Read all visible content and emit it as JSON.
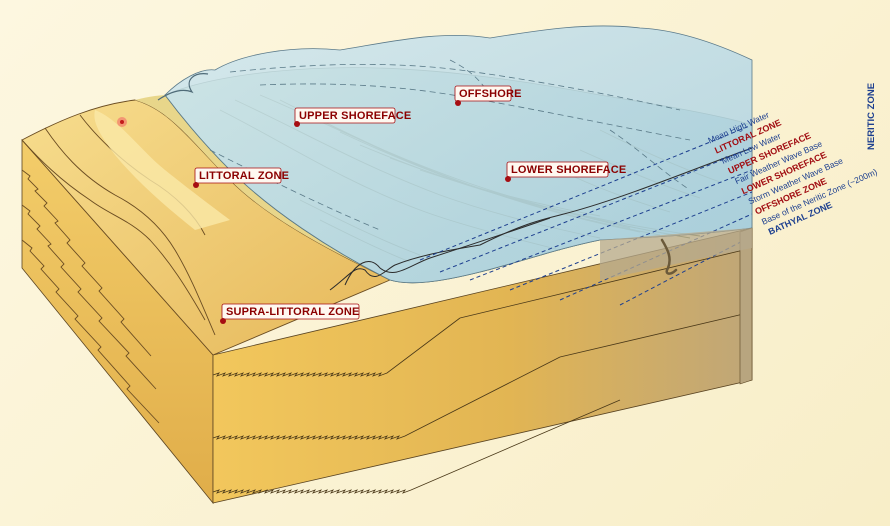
{
  "labels": {
    "offshore": "OFFSHORE",
    "upper_shoreface": "UPPER SHOREFACE",
    "lower_shoreface": "LOWER SHOREFACE",
    "littoral_zone": "LITTORAL ZONE",
    "supra_littoral_zone": "SUPRA-LITTORAL ZONE"
  },
  "legend": {
    "mean_high_water": "Mean High Water",
    "littoral_zone": "LITTORAL ZONE",
    "mean_low_water": "Mean Low Water",
    "upper_shoreface": "UPPER SHOREFACE",
    "fair_weather_wave_base": "Fair Weather Wave Base",
    "lower_shoreface": "LOWER SHOREFACE",
    "storm_weather_wave_base": "Storm Weather Wave Base",
    "offshore_zone": "OFFSHORE ZONE",
    "base_of_neritic": "Base of the Neritic Zone (~200m)",
    "bathyal_zone": "BATHYAL ZONE",
    "neritic_zone": "NERITIC ZONE"
  },
  "colors": {
    "label_text": "#8b0000",
    "label_bg": "#fff8f0",
    "marker": "#a60d12",
    "legend_red": "#a10d12",
    "legend_blue": "#1d3f8f",
    "water": "#b8d8e6",
    "sand": "#f0c860",
    "sand_dark": "#d9a63e"
  }
}
